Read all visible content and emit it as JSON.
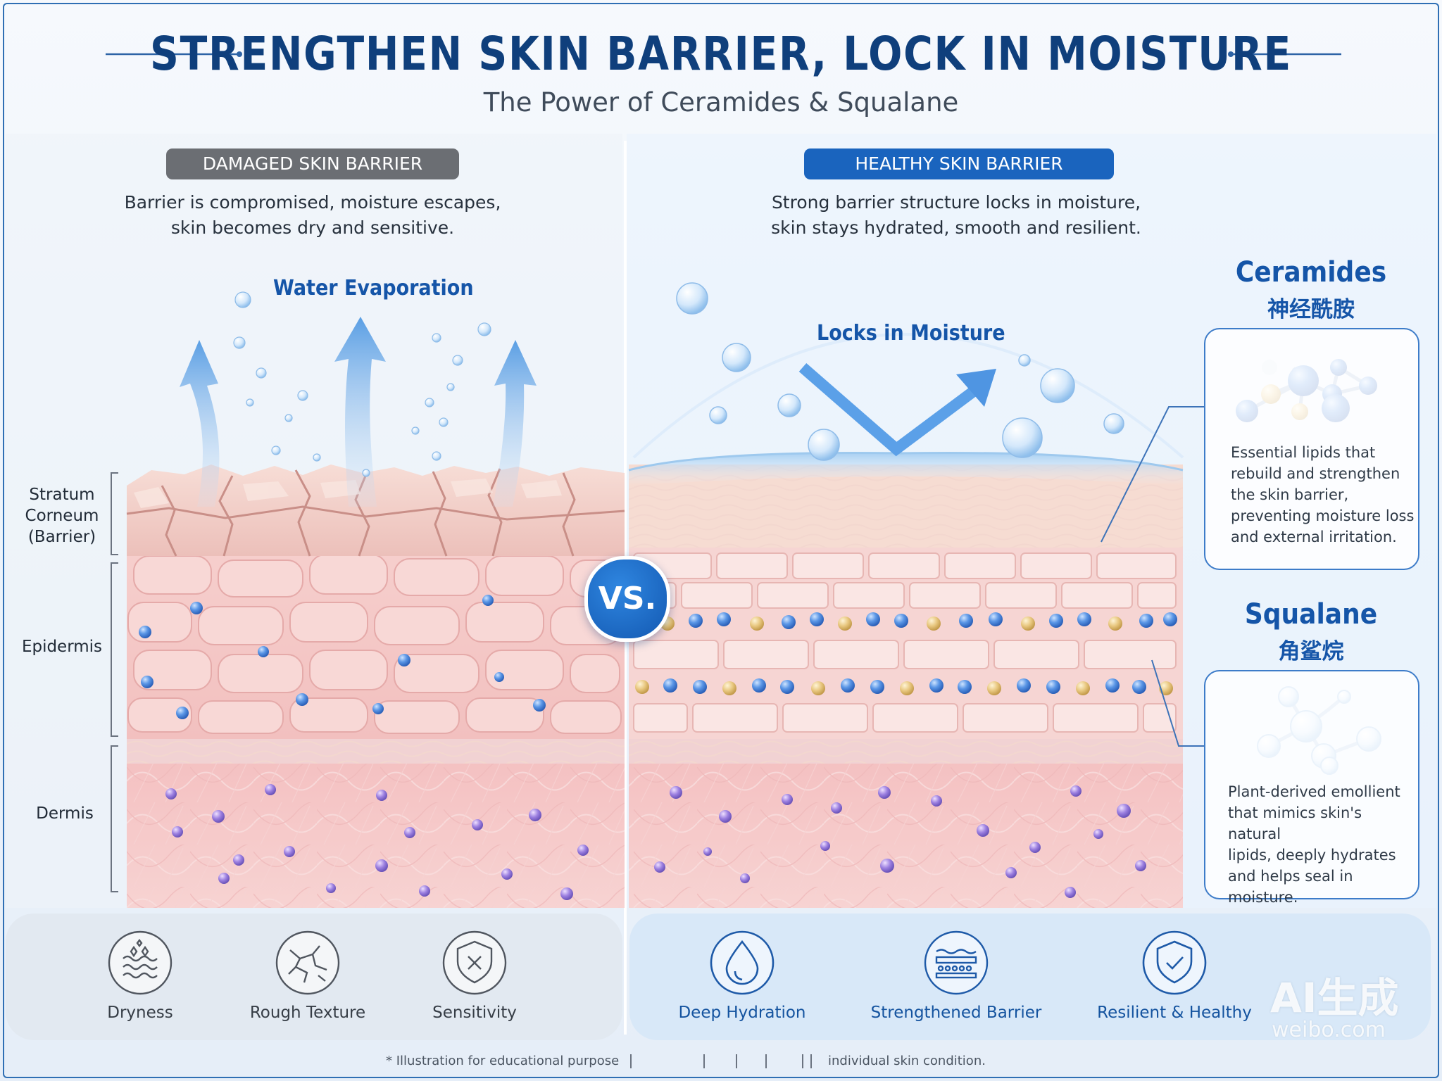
{
  "header": {
    "title": "STRENGTHEN SKIN BARRIER, LOCK IN MOISTURE",
    "subtitle": "The Power of Ceramides & Squalane"
  },
  "left_panel": {
    "badge": "DAMAGED SKIN BARRIER",
    "description_line1": "Barrier is compromised, moisture escapes,",
    "description_line2": "skin becomes dry and sensitive.",
    "callout": "Water Evaporation",
    "layer_labels": {
      "stratum_line1": "Stratum",
      "stratum_line2": "Corneum",
      "stratum_line3": "(Barrier)",
      "epidermis": "Epidermis",
      "dermis": "Dermis"
    }
  },
  "right_panel": {
    "badge": "HEALTHY SKIN BARRIER",
    "description_line1": "Strong barrier structure locks in moisture,",
    "description_line2": "skin stays hydrated, smooth and resilient.",
    "callout": "Locks in Moisture"
  },
  "vs_label": "VS.",
  "ingredients": {
    "ceramides": {
      "title": "Ceramides",
      "title_cn": "神经酰胺",
      "lines": [
        "Essential lipids that",
        "rebuild and strengthen",
        "the skin barrier,",
        "preventing moisture loss",
        "and external irritation."
      ]
    },
    "squalane": {
      "title": "Squalane",
      "title_cn": "角鲨烷",
      "lines": [
        "Plant-derived emollient",
        "that mimics skin's natural",
        "lipids, deeply hydrates",
        "and helps seal in",
        "moisture."
      ]
    }
  },
  "benefits": {
    "damaged": [
      {
        "icon": "dryness-icon",
        "label": "Dryness"
      },
      {
        "icon": "cracked-texture-icon",
        "label": "Rough Texture"
      },
      {
        "icon": "shield-x-icon",
        "label": "Sensitivity"
      }
    ],
    "healthy": [
      {
        "icon": "water-drop-icon",
        "label": "Deep Hydration"
      },
      {
        "icon": "barrier-layers-icon",
        "label": "Strengthened Barrier"
      },
      {
        "icon": "shield-check-icon",
        "label": "Resilient & Healthy"
      }
    ]
  },
  "footnote": {
    "left": "* Illustration for educational purpose",
    "right": "individual skin condition."
  },
  "watermark": {
    "main": "AI生成",
    "sub": "weibo.com"
  },
  "colors": {
    "title": "#0f3f7c",
    "accent_blue": "#1a64be",
    "badge_gray": "#6b6e73",
    "skin_pink": "#f3c4c3",
    "frame_blue": "#2f6fb4"
  }
}
